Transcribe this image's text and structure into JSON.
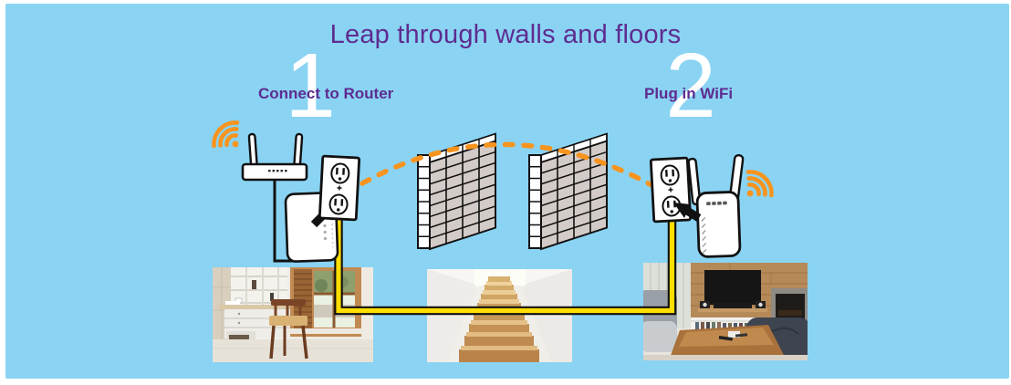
{
  "title": "Leap through walls and floors",
  "steps": [
    {
      "number": "1",
      "label": "Connect to Router"
    },
    {
      "number": "2",
      "label": "Plug in WiFi"
    }
  ],
  "icons": {
    "wifi-signal-icon": "orange radiating wifi arcs with dot",
    "router-icon": "two-antenna router box",
    "powerline-adapter-icon": "white plug-in powerline adapter",
    "outlet-icon": "duplex wall power outlet",
    "plug-arrow-icon": "black arrow plugging into outlet",
    "wall-icon": "3D brick wall",
    "wifi-path-icon": "orange dashed signal arc over walls",
    "ethernet-cable-icon": "yellow cable with black outline"
  },
  "photos": [
    {
      "name": "home-office"
    },
    {
      "name": "staircase"
    },
    {
      "name": "living-room"
    }
  ],
  "colors": {
    "background": "#8AD3F3",
    "text_purple": "#5E2C90",
    "accent_orange": "#F7941E",
    "cable_yellow": "#FFDE00",
    "step_number": "#FFFFFF",
    "brick": "#D3CBC7"
  }
}
